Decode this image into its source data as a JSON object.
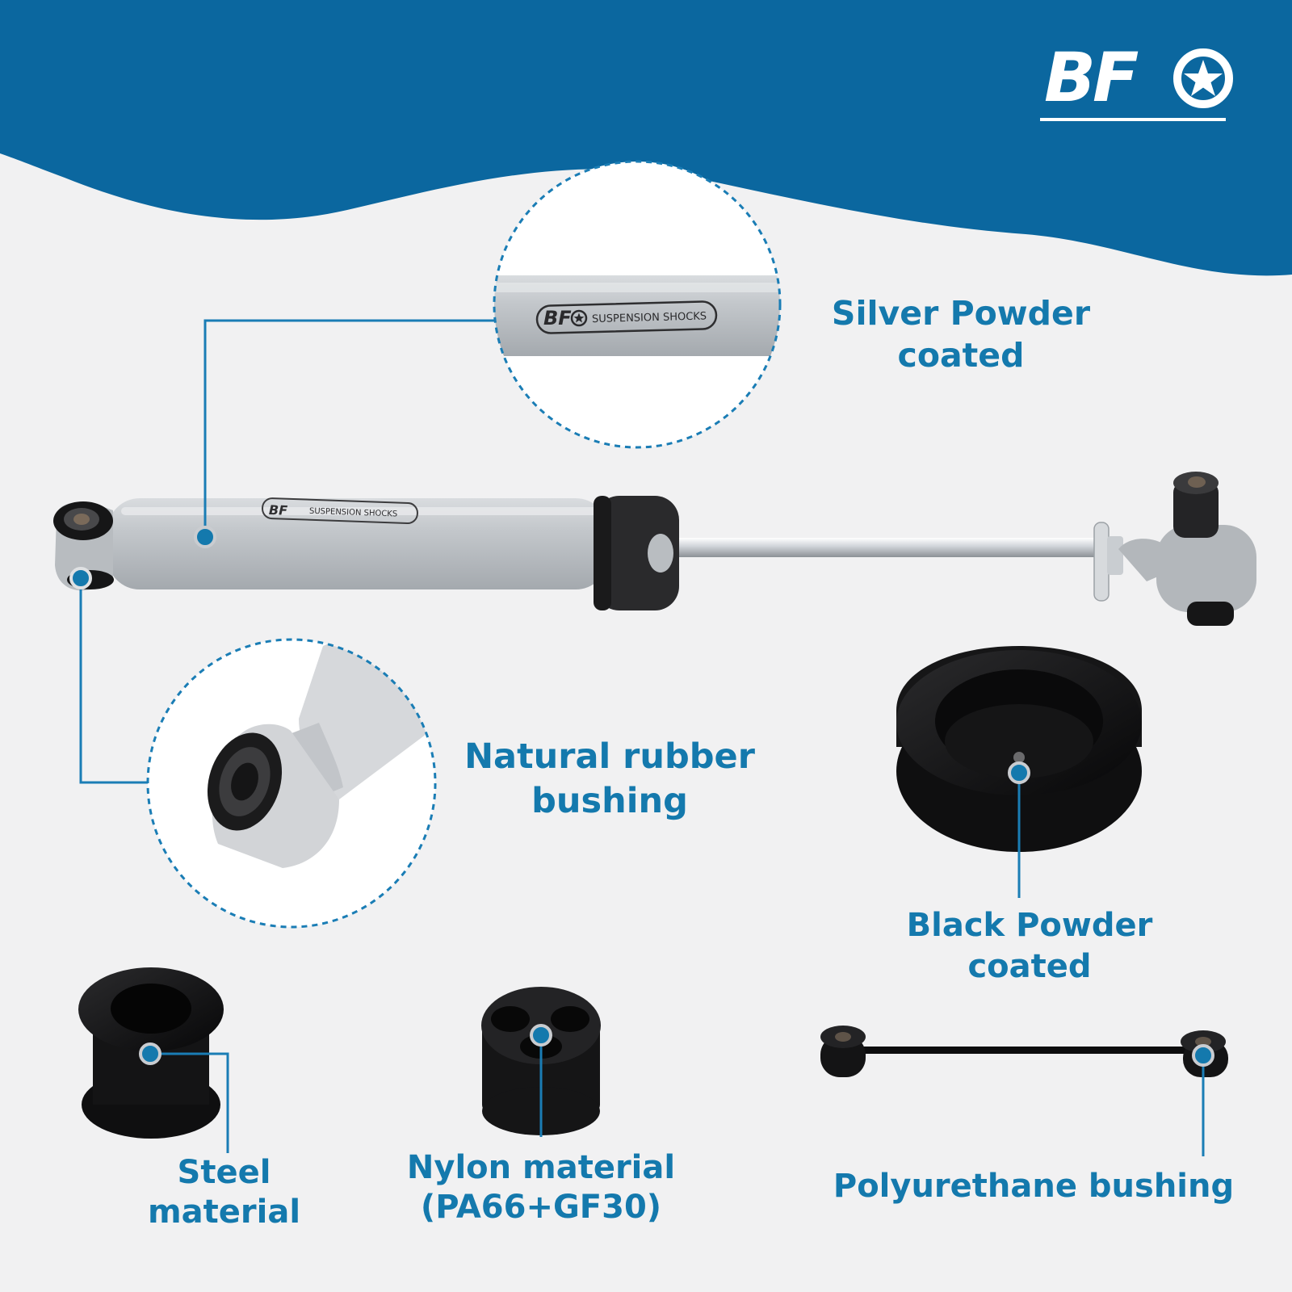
{
  "brand": {
    "logo_text": "BF",
    "logo_alt": "BFO",
    "badge_text": "SUSPENSION SHOCKS"
  },
  "colors": {
    "banner": "#0b679f",
    "background": "#f1f1f2",
    "accent": "#1479ad",
    "leader_line": "#1a7db5"
  },
  "callouts": {
    "silver": {
      "line1": "Silver Powder",
      "line2": "coated"
    },
    "rubber": {
      "line1": "Natural rubber",
      "line2": "bushing"
    },
    "black": {
      "line1": "Black Powder",
      "line2": "coated"
    },
    "steel": {
      "line1": "Steel",
      "line2": "material"
    },
    "nylon": {
      "line1": "Nylon material",
      "line2": "(PA66+GF30)"
    },
    "poly": {
      "line1": "Polyurethane bushing"
    }
  },
  "icons": [
    "star-logo-icon",
    "marker-dot-icon"
  ]
}
